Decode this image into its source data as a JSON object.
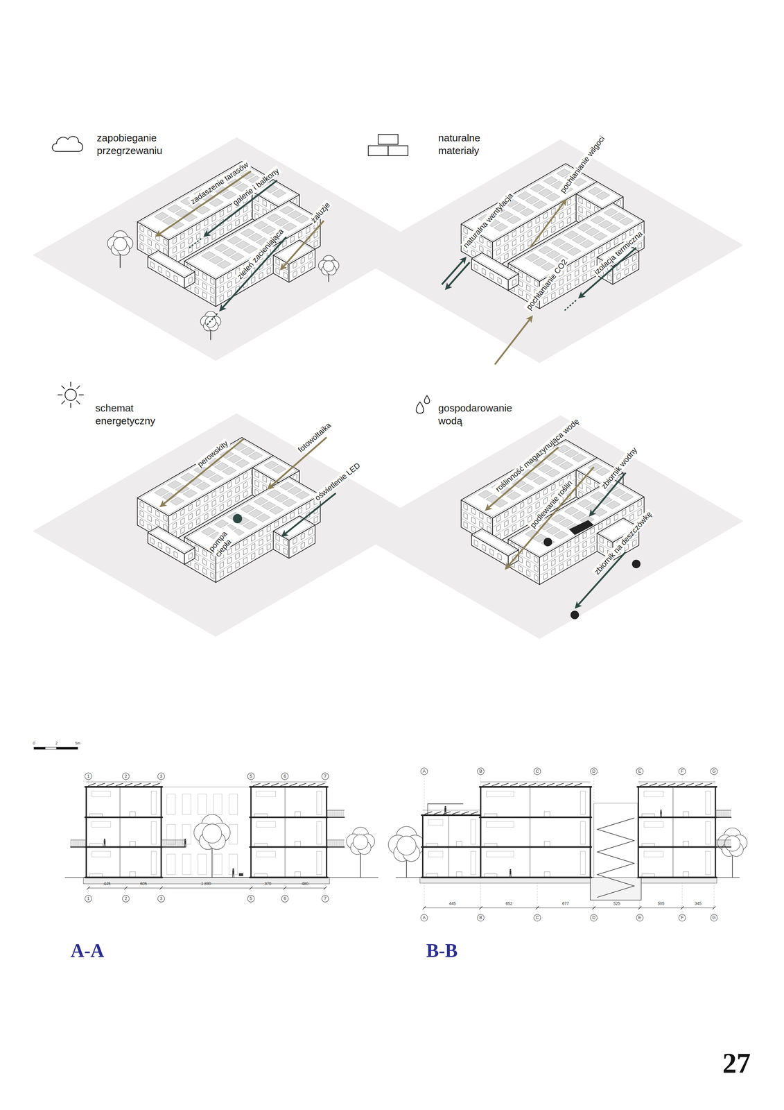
{
  "diagram": {
    "labels": [
      "zapobieganie przegrzewaniu",
      "zadaszenie tarasów",
      "galerie i balkony",
      "zieleń zacieniająca",
      "żaluzje",
      "naturalne materiały",
      "naturalna wentylacja",
      "pochłanianie wilgoci",
      "izolacja termiczna",
      "pochłanianie CO2",
      "schemat energetyczny",
      "perowskity",
      "fotowoltaika",
      "oświetlenie LED",
      "pompa ciepła",
      "gospodarowanie wodą",
      "roślinność magazynująca wodę",
      "podlewanie roślin",
      "zbiornik wodny",
      "zbiornik na deszczówkę",
      "0",
      "2",
      "5m",
      "1",
      "2",
      "3",
      "5",
      "6",
      "7",
      "445",
      "605",
      "1 890",
      "370",
      "480",
      "1",
      "2",
      "3",
      "5",
      "6",
      "7",
      "A-A",
      "A",
      "B",
      "C",
      "D",
      "E",
      "F",
      "G",
      "445",
      "652",
      "677",
      "525",
      "505",
      "345",
      "A",
      "B",
      "C",
      "D",
      "E",
      "F",
      "G",
      "B-B",
      "27"
    ]
  }
}
